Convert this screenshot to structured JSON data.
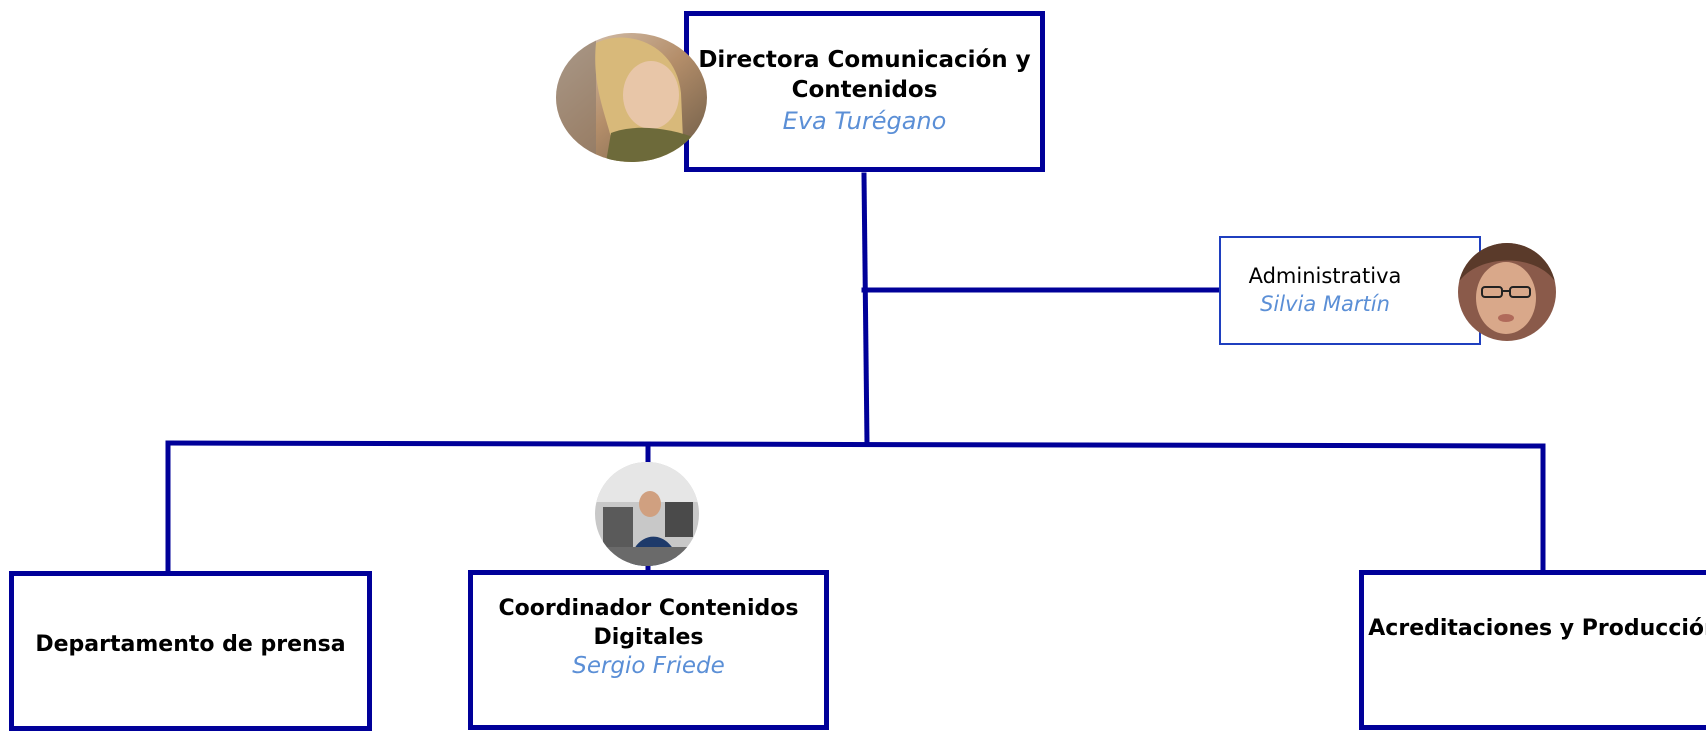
{
  "colors": {
    "connector": "#000099",
    "box_border": "#000099",
    "admin_border": "#1f3fbf",
    "name_text": "#5b8fd6"
  },
  "nodes": {
    "director": {
      "title": "Directora Comunicación y Contenidos",
      "name": "Eva Turégano"
    },
    "admin": {
      "title": "Administrativa",
      "name": "Silvia Martín"
    },
    "prensa": {
      "title": "Departamento de prensa"
    },
    "coordinator": {
      "title": "Coordinador Contenidos Digitales",
      "name": "Sergio Friede"
    },
    "acreditaciones": {
      "title": "Acreditaciones y Producción"
    }
  }
}
